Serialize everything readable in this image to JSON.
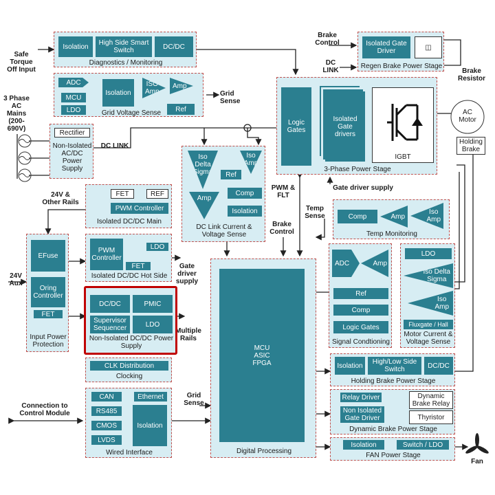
{
  "external": {
    "safe_torque": "Safe\nTorque\nOff Input",
    "three_phase": "3 Phase\nAC\nMains\n(200-\n690V)",
    "dc_link_label": "DC LINK",
    "rails_24v": "24V &\nOther Rails",
    "aux_24v": "24V\nAux",
    "connection": "Connection to\nControl Module",
    "grid_sense_1": "Grid\nSense",
    "grid_sense_2": "Grid\nSense",
    "brake_control_1": "Brake\nControl",
    "dc_link_2": "DC\nLINK",
    "brake_resistor": "Brake\nResistor",
    "ac_motor": "AC\nMotor",
    "holding_brake": "Holding\nBrake",
    "pwm_flt": "PWM &\nFLT",
    "gate_driver_supply_1": "Gate driver supply",
    "temp_sense": "Temp\nSense",
    "brake_control_2": "Brake\nControl",
    "gate_driver_supply_2": "Gate\ndriver\nsupply",
    "multiple_rails": "Multiple\nRails",
    "fan": "Fan"
  },
  "blocks": {
    "diagnostics": {
      "title": "Diagnostics / Monitoring",
      "isolation": "Isolation",
      "switch": "High Side Smart\nSwitch",
      "dcdc": "DC/DC"
    },
    "grid_voltage": {
      "title": "Grid Voltage Sense",
      "adc": "ADC",
      "mcu": "MCU",
      "ldo": "LDO",
      "isolation": "Isolation",
      "iso_amp": "ISO\nAmp",
      "amp": "Amp",
      "ref": "Ref"
    },
    "non_iso_acdc": {
      "title": "Non-Isolated\nAC/DC\nPower\nSupply",
      "rectifier": "Rectifier"
    },
    "iso_dcdc_main": {
      "title": "Isolated DC/DC Main",
      "fet": "FET",
      "ref": "REF",
      "pwm": "PWM Controller"
    },
    "input_power": {
      "title": "Input Power\nProtection",
      "efuse": "EFuse",
      "oring": "Oring\nController",
      "fet": "FET"
    },
    "iso_dcdc_hot": {
      "title": "Isolated DC/DC Hot Side",
      "pwm": "PWM\nController",
      "ldo": "LDO",
      "fet": "FET"
    },
    "non_iso_dcdc": {
      "title": "Non-Isolated DC/DC Power\nSupply",
      "dcdc": "DC/DC",
      "pmic": "PMIC",
      "supervisor": "Supervisor\nSequencer",
      "ldo": "LDO"
    },
    "clocking": {
      "title": "Clocking",
      "clk": "CLK Distribution"
    },
    "wired": {
      "title": "Wired Interface",
      "can": "CAN",
      "ethernet": "Ethernet",
      "rs485": "RS485",
      "cmos": "CMOS",
      "lvds": "LVDS",
      "isolation": "Isolation"
    },
    "dc_link_sense": {
      "title": "DC Link Current &\nVoltage Sense",
      "iso_delta": "Iso\nDelta\nSigma",
      "iso_amp": "Iso\nAmp",
      "ref": "Ref",
      "amp": "Amp",
      "comp": "Comp",
      "isolation": "Isolation"
    },
    "digital": {
      "title": "Digital Processing",
      "core": "MCU\nASIC\nFPGA"
    },
    "power_stage": {
      "title": "3-Phase Power Stage",
      "logic": "Logic\nGates",
      "drivers": "Isolated\nGate\ndrivers",
      "igbt": "IGBT"
    },
    "regen": {
      "title": "Regen Brake Power Stage",
      "driver": "Isolated Gate\nDriver"
    },
    "temp": {
      "title": "Temp Monitoring",
      "comp": "Comp",
      "amp": "Amp",
      "iso_amp": "Iso\nAmp"
    },
    "signal": {
      "title": "Signal Condtioning",
      "adc": "ADC",
      "amp": "Amp",
      "ref": "Ref",
      "comp": "Comp",
      "logic": "Logic Gates"
    },
    "motor_current": {
      "title": "Motor Current &\nVoltage Sense",
      "ldo": "LDO",
      "iso_delta": "Iso Delta\nSigma",
      "iso_amp": "Iso\nAmp",
      "fluxgate": "Fluxgate / Hall"
    },
    "holding_brake_stage": {
      "title": "Holding Brake Power Stage",
      "isolation": "Isolation",
      "switch": "High/Low Side\nSwitch",
      "dcdc": "DC/DC"
    },
    "dynamic_brake": {
      "title": "Dynamic Brake Power Stage",
      "relay_driver": "Relay Driver",
      "relay": "Dynamic\nBrake Relay",
      "gate_driver": "Non Isolated\nGate Driver",
      "thyristor": "Thyristor"
    },
    "fan_stage": {
      "title": "FAN Power Stage",
      "isolation": "Isolation",
      "switch": "Switch / LDO"
    }
  },
  "colors": {
    "block_fill": "#d7edf3",
    "tile": "#2b7f90",
    "border": "#c0504d",
    "highlight": "#c00000"
  }
}
